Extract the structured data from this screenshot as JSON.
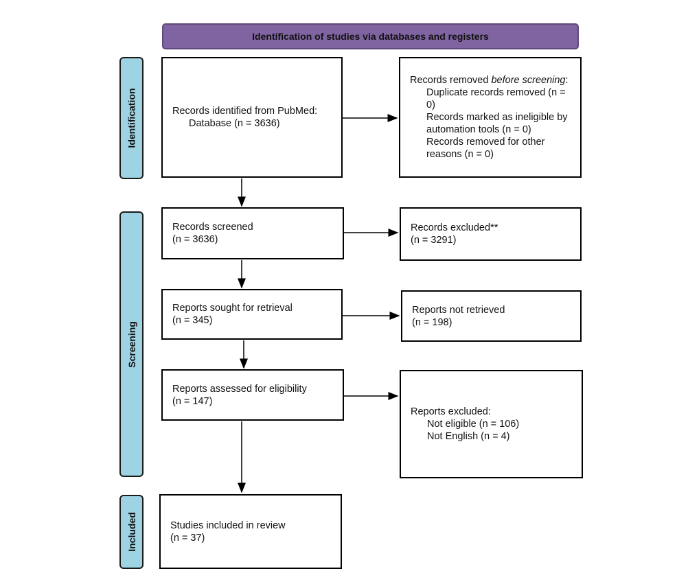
{
  "header": "Identification of studies via databases and registers",
  "stages": {
    "identification": "Identification",
    "screening": "Screening",
    "included": "Included"
  },
  "identified": {
    "line1": "Records identified from PubMed:",
    "line2": "Database (n = 3636)"
  },
  "removed": {
    "title_prefix": "Records removed ",
    "title_italic": "before screening",
    "title_suffix": ":",
    "items": [
      "Duplicate records removed (n = 0)",
      "Records marked as ineligible by automation tools (n = 0)",
      "Records removed for other reasons (n = 0)"
    ]
  },
  "screened": {
    "line1": "Records screened",
    "line2": "(n = 3636)"
  },
  "excluded": {
    "line1": "Records excluded**",
    "line2": "(n = 3291)"
  },
  "sought": {
    "line1": "Reports sought for retrieval",
    "line2": "(n = 345)"
  },
  "not_retrieved": {
    "line1": "Reports not retrieved",
    "line2": "(n = 198)"
  },
  "assessed": {
    "line1": "Reports assessed for eligibility",
    "line2": "(n = 147)"
  },
  "reports_excluded": {
    "title": "Reports excluded:",
    "items": [
      "Not eligible (n = 106)",
      "Not English (n = 4)"
    ]
  },
  "included": {
    "line1": "Studies included in review",
    "line2": "(n = 37)"
  },
  "colors": {
    "header": "#8064a2",
    "stage": "#9dd3e2"
  }
}
